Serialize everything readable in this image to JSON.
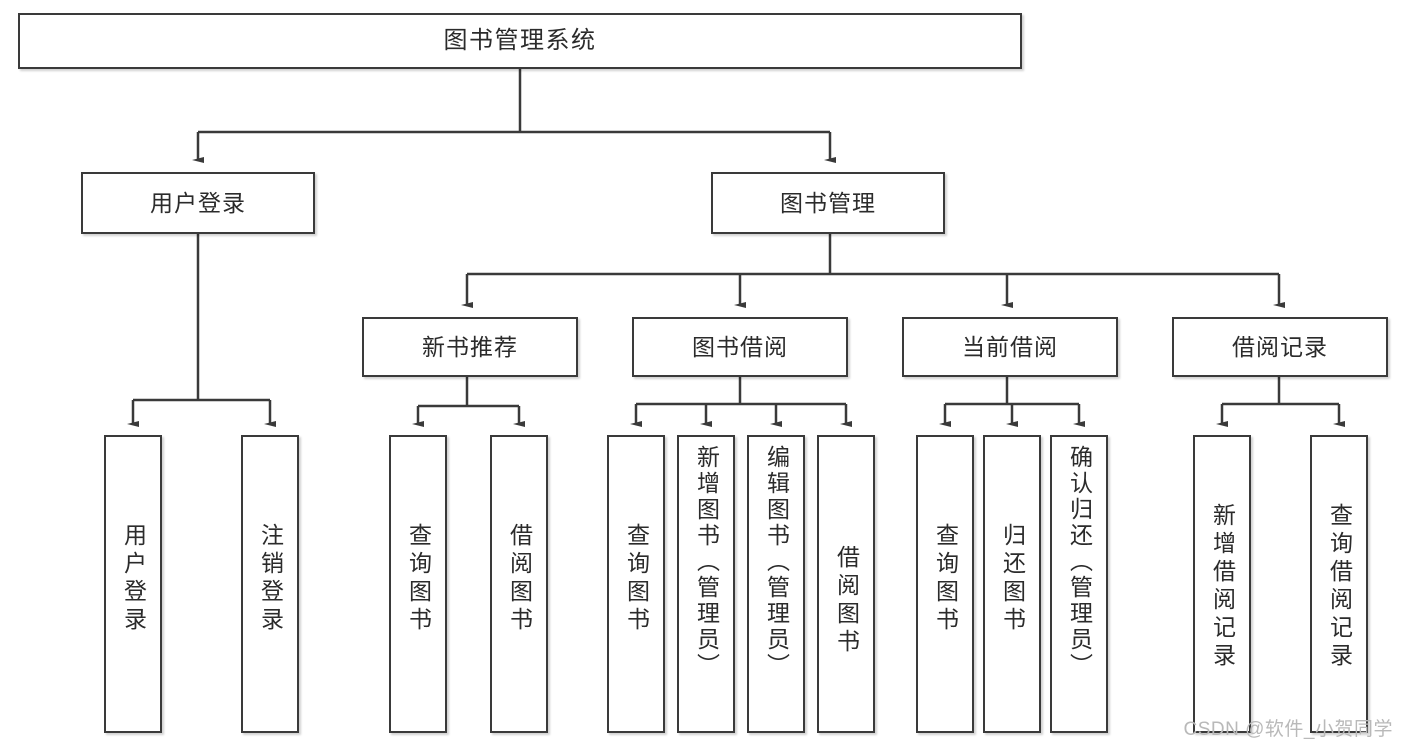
{
  "diagram": {
    "type": "tree",
    "title": "图书管理系统",
    "watermark": "CSDN @软件_小贺同学",
    "nodes": {
      "root": {
        "label": "图书管理系统"
      },
      "l1": [
        {
          "key": "user_login",
          "label": "用户登录"
        },
        {
          "key": "book_manage",
          "label": "图书管理"
        }
      ],
      "l2": [
        {
          "key": "new_book_rec",
          "label": "新书推荐"
        },
        {
          "key": "book_borrow",
          "label": "图书借阅"
        },
        {
          "key": "current_borrow",
          "label": "当前借阅"
        },
        {
          "key": "borrow_record",
          "label": "借阅记录"
        }
      ],
      "leaves": {
        "user_login": [
          {
            "key": "leaf_user_login",
            "label": "用户登录"
          },
          {
            "key": "leaf_logout",
            "label": "注销登录"
          }
        ],
        "new_book_rec": [
          {
            "key": "leaf_query_book_1",
            "label": "查询图书"
          },
          {
            "key": "leaf_borrow_book_1",
            "label": "借阅图书"
          }
        ],
        "book_borrow": [
          {
            "key": "leaf_query_book_2",
            "label": "查询图书"
          },
          {
            "key": "leaf_add_book",
            "label": "新增图书（管理员）"
          },
          {
            "key": "leaf_edit_book",
            "label": "编辑图书（管理员）"
          },
          {
            "key": "leaf_borrow_book_2",
            "label": "借阅图书"
          }
        ],
        "current_borrow": [
          {
            "key": "leaf_query_book_3",
            "label": "查询图书"
          },
          {
            "key": "leaf_return_book",
            "label": "归还图书"
          },
          {
            "key": "leaf_confirm_return",
            "label": "确认归还（管理员）"
          }
        ],
        "borrow_record": [
          {
            "key": "leaf_add_record",
            "label": "新增借阅记录"
          },
          {
            "key": "leaf_query_record",
            "label": "查询借阅记录"
          }
        ]
      }
    },
    "colors": {
      "border": "#3a3a3a",
      "text": "#2b2b2b",
      "background": "#ffffff",
      "watermark": "#b9b9b9"
    }
  }
}
